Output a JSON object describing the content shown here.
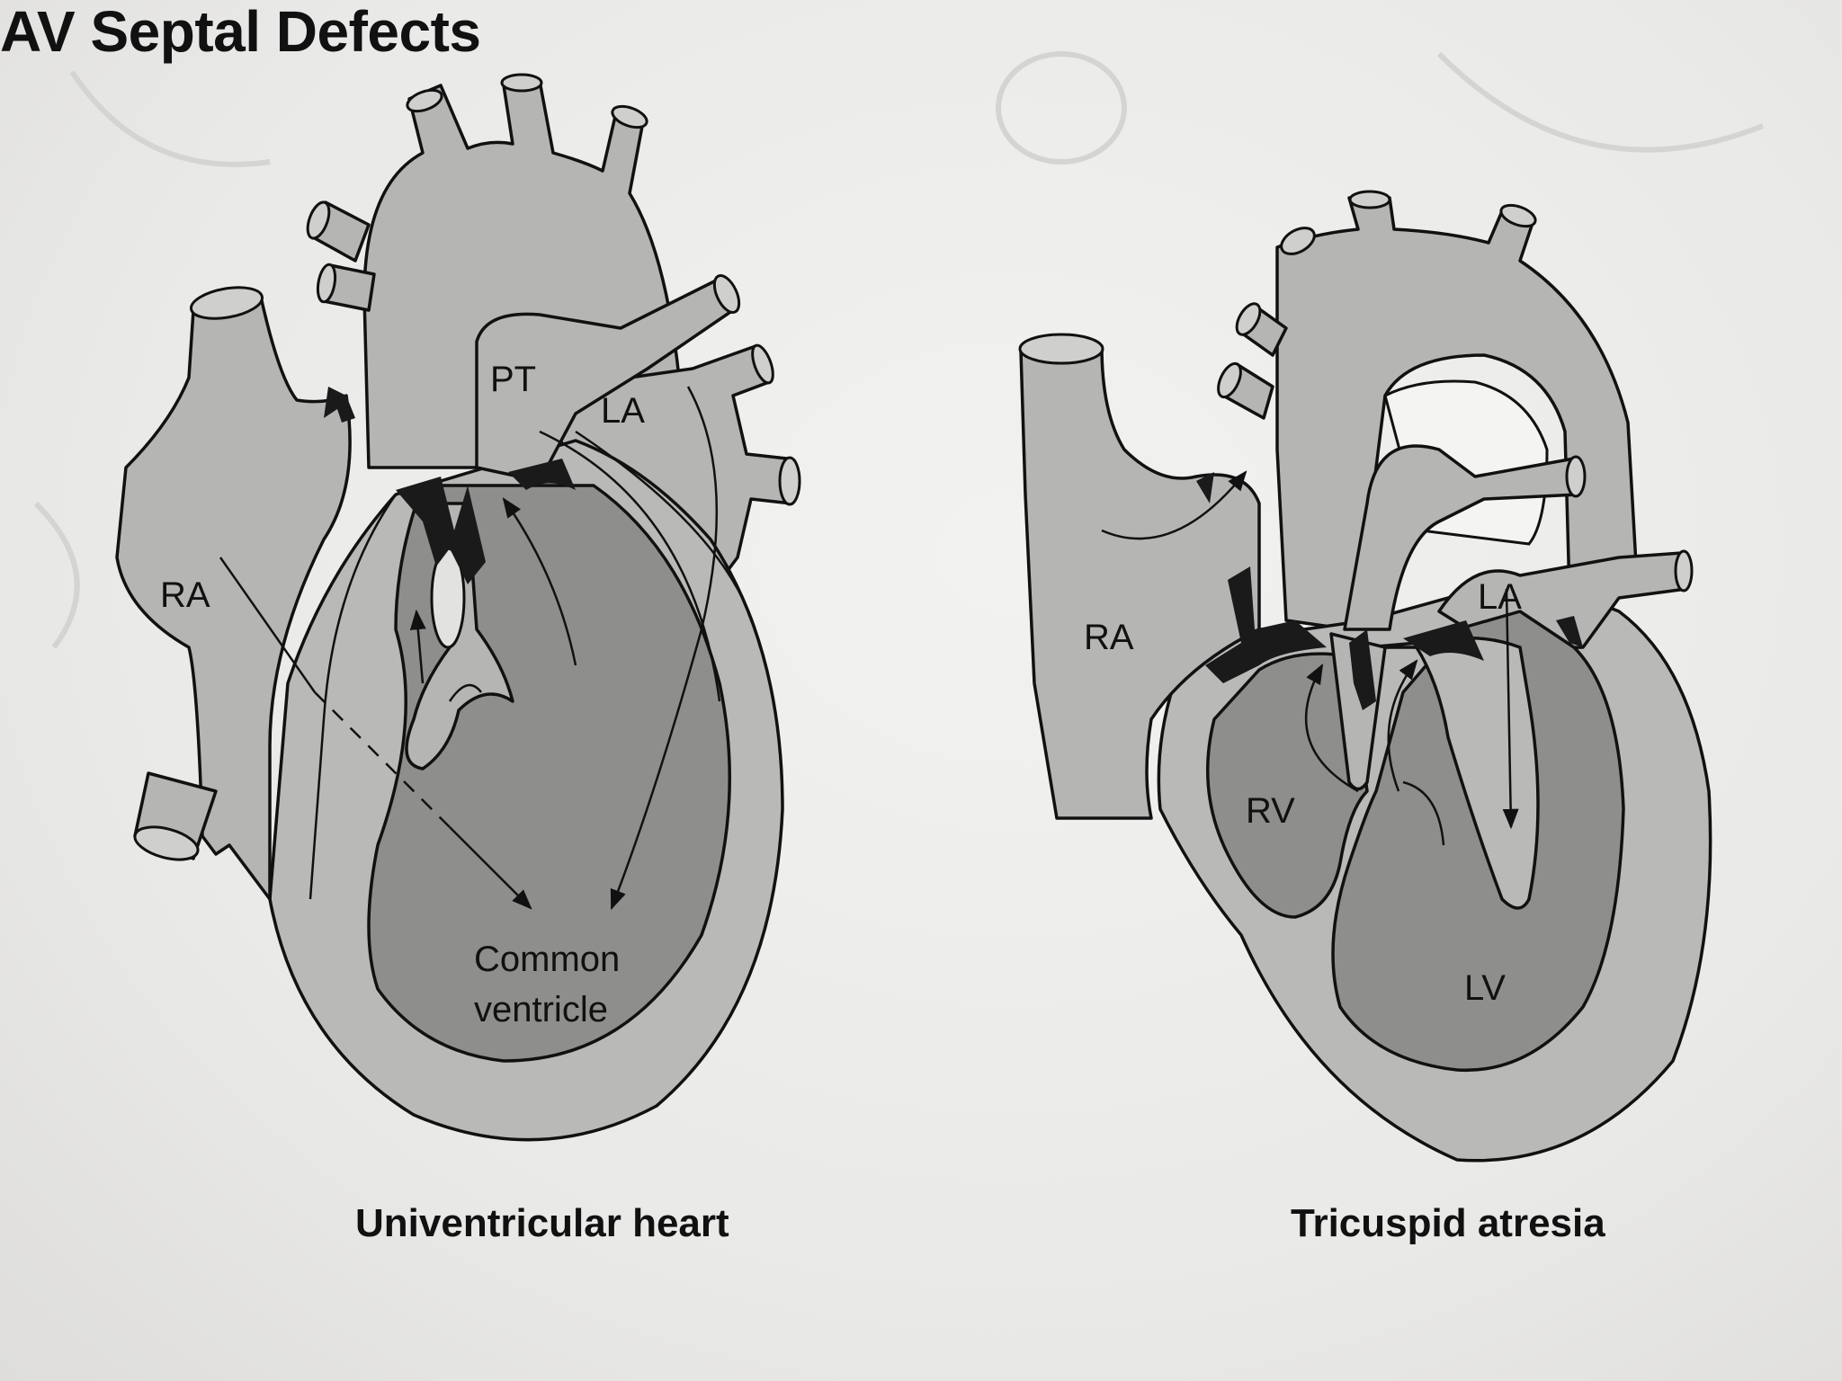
{
  "header": {
    "title": "AV Septal Defects"
  },
  "panels": [
    {
      "caption": "Univentricular heart",
      "labels": {
        "pt": "PT",
        "la": "LA",
        "ra": "RA",
        "ventricle_line1": "Common",
        "ventricle_line2": "ventricle"
      }
    },
    {
      "caption": "Tricuspid atresia",
      "labels": {
        "ra": "RA",
        "la": "LA",
        "rv": "RV",
        "lv": "LV"
      }
    }
  ],
  "colors": {
    "background": "#ededeb",
    "wall": "#b9b9b7",
    "cavity": "#8e8e8c",
    "outline": "#111111",
    "valve": "#1a1a1a"
  }
}
